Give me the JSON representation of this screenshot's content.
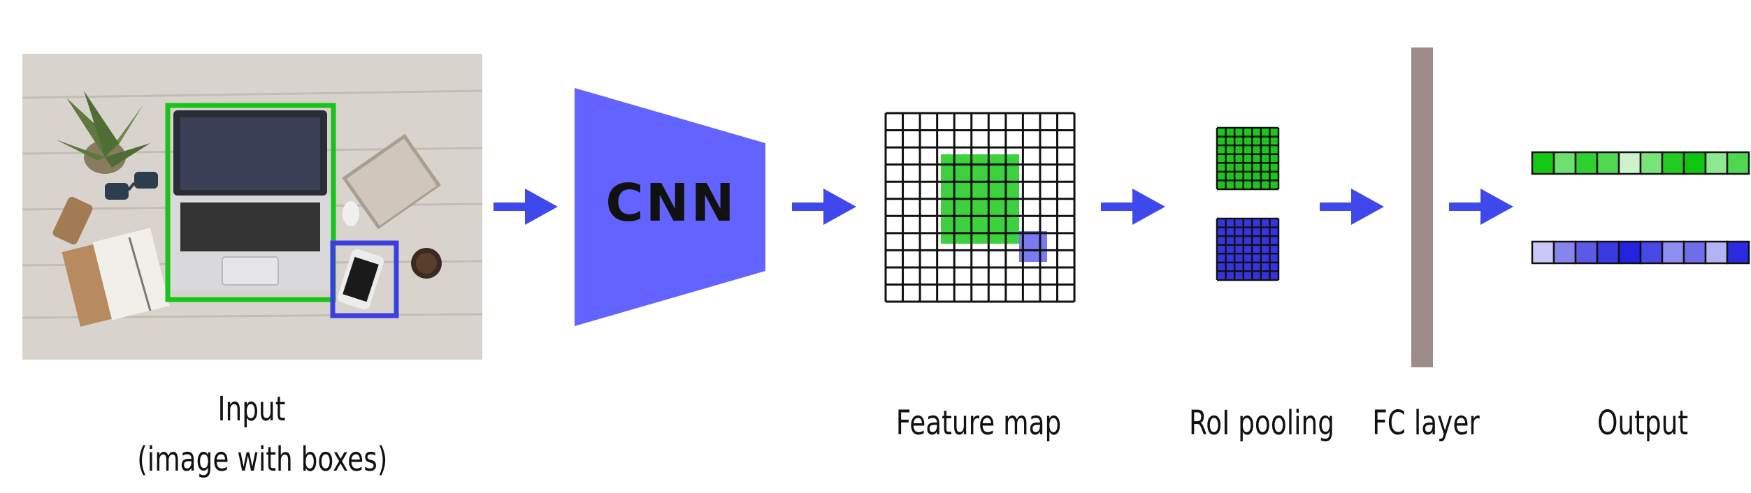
{
  "labels": {
    "input_line1": "Input",
    "input_line2": "(image with boxes)",
    "cnn": "CNN",
    "feature_map": "Feature map",
    "roi_pooling": "RoI pooling",
    "fc_layer": "FC layer",
    "output": "Output"
  },
  "colors": {
    "green_box": "#19c41a",
    "blue_box": "#3b3fe0",
    "cnn_fill": "#6363ff",
    "arrow": "#3f48ea",
    "fc_bar": "#9e8b8b"
  },
  "output_vectors": {
    "green_cells": [
      "#14c814",
      "#6ee06e",
      "#2fd12f",
      "#52d952",
      "#cdf3cd",
      "#79e379",
      "#22cc22",
      "#0fc60f",
      "#8fe88f",
      "#4fd84f"
    ],
    "blue_cells": [
      "#c9c9f7",
      "#8585ec",
      "#5a5ae6",
      "#3a3ae2",
      "#2323df",
      "#4848e4",
      "#8e8eee",
      "#6e6eea",
      "#b3b3f4",
      "#2a2ae0"
    ]
  }
}
